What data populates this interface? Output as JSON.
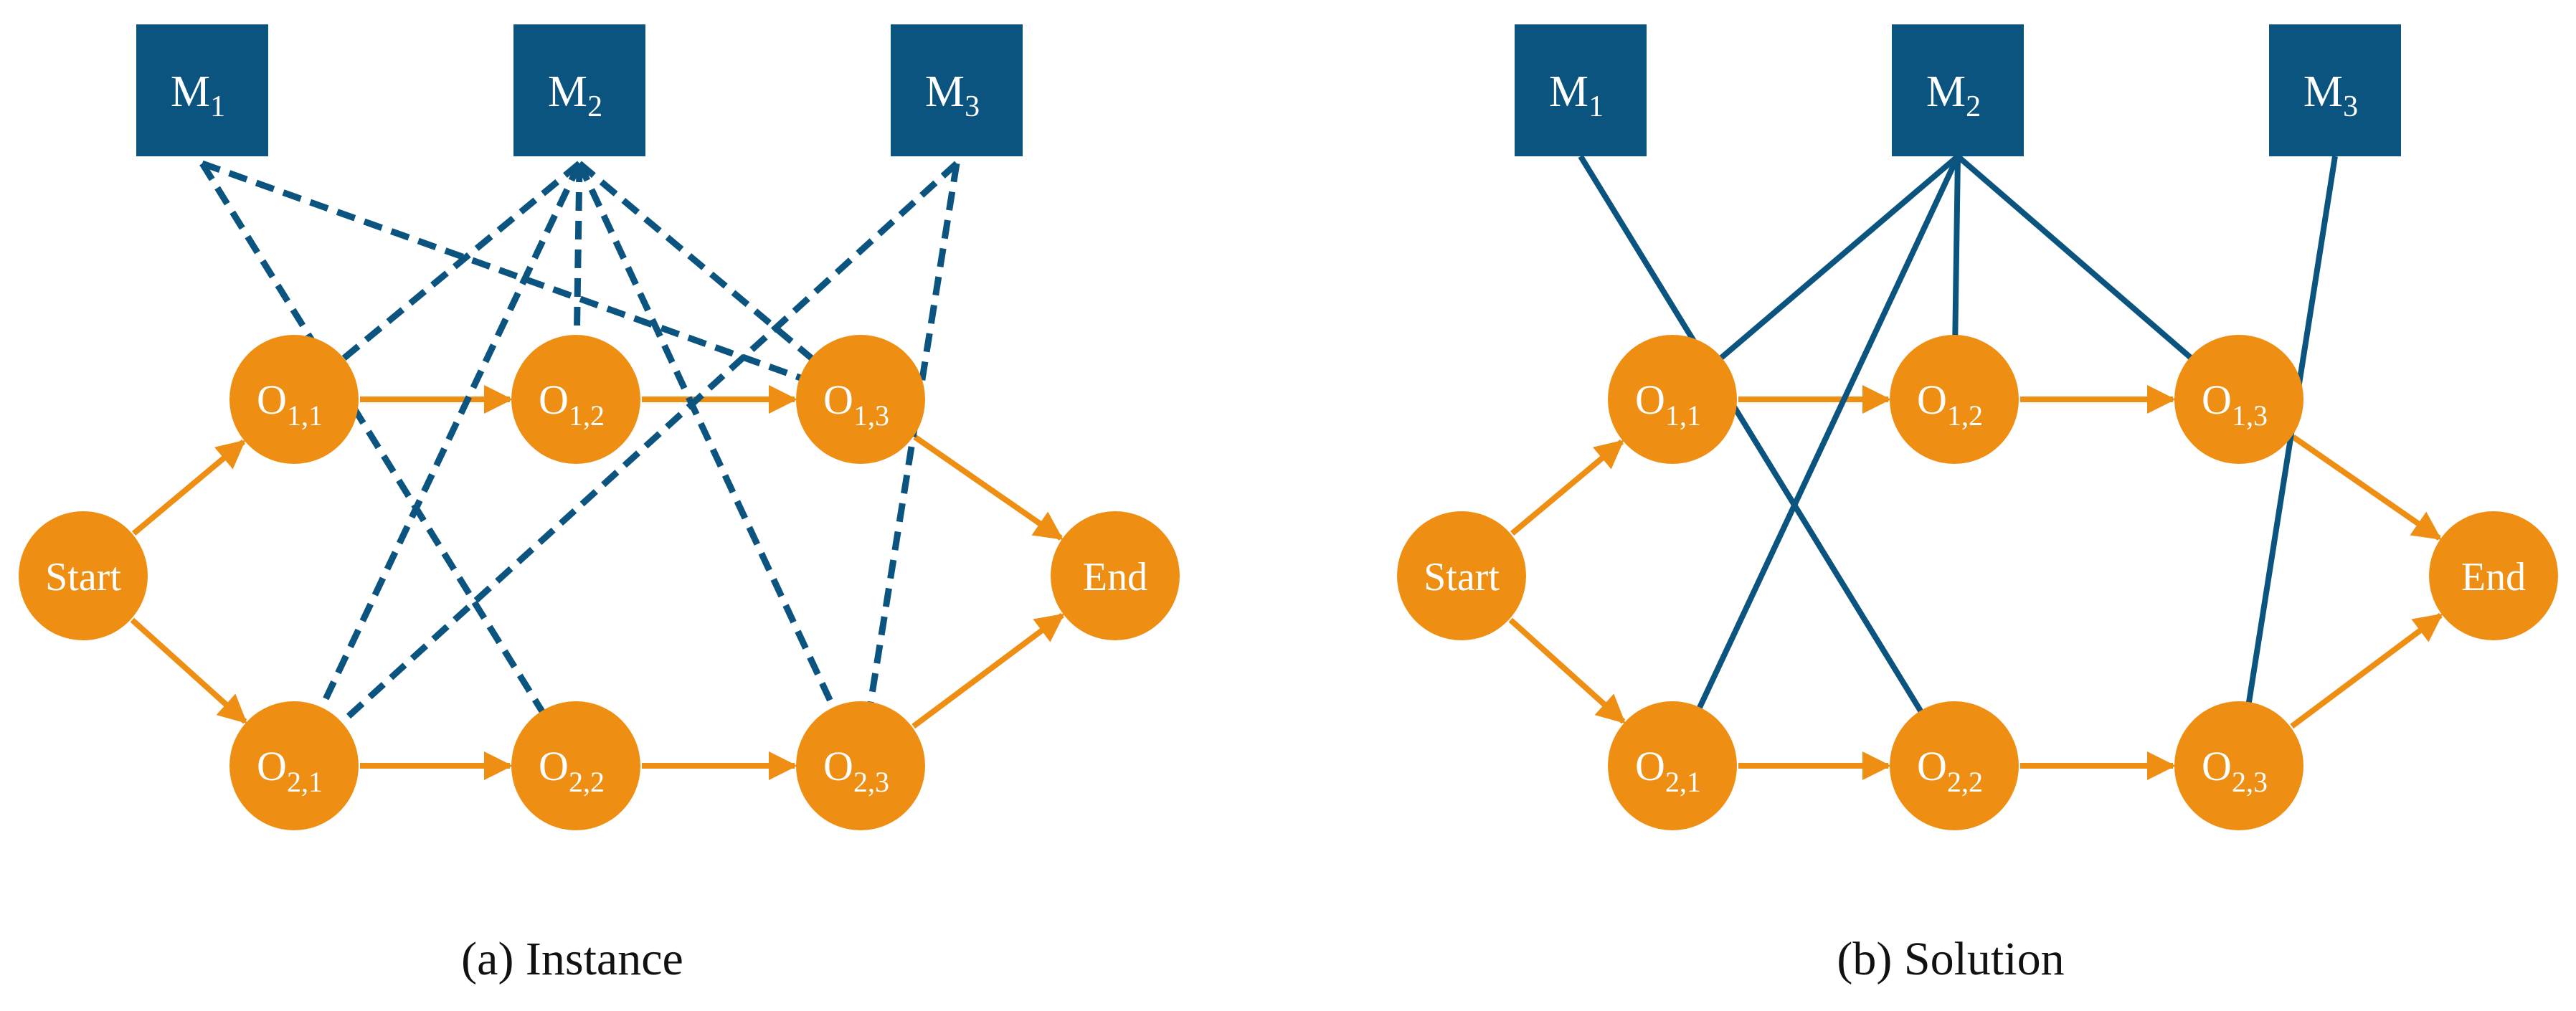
{
  "colors": {
    "machine": "#0c5480",
    "operation": "#ee8f13",
    "arrow": "#ee8f13",
    "assignment": "#0c5480",
    "text_on_node": "#ffffff",
    "caption": "#111111"
  },
  "node_text": {
    "start": "Start",
    "end": "End"
  },
  "machines": [
    {
      "id": "M1",
      "base": "M",
      "sub": "1"
    },
    {
      "id": "M2",
      "base": "M",
      "sub": "2"
    },
    {
      "id": "M3",
      "base": "M",
      "sub": "3"
    }
  ],
  "operations": [
    {
      "id": "O11",
      "base": "O",
      "sub": "1,1"
    },
    {
      "id": "O12",
      "base": "O",
      "sub": "1,2"
    },
    {
      "id": "O13",
      "base": "O",
      "sub": "1,3"
    },
    {
      "id": "O21",
      "base": "O",
      "sub": "2,1"
    },
    {
      "id": "O22",
      "base": "O",
      "sub": "2,2"
    },
    {
      "id": "O23",
      "base": "O",
      "sub": "2,3"
    }
  ],
  "precedence_edges": [
    [
      "Start",
      "O11"
    ],
    [
      "Start",
      "O21"
    ],
    [
      "O11",
      "O12"
    ],
    [
      "O12",
      "O13"
    ],
    [
      "O21",
      "O22"
    ],
    [
      "O22",
      "O23"
    ],
    [
      "O13",
      "End"
    ],
    [
      "O23",
      "End"
    ]
  ],
  "panels": [
    {
      "id": "instance",
      "caption": "(a) Instance",
      "line_style": "dashed",
      "machine_links": [
        [
          "M1",
          "O13"
        ],
        [
          "M1",
          "O22"
        ],
        [
          "M2",
          "O11"
        ],
        [
          "M2",
          "O12"
        ],
        [
          "M2",
          "O13"
        ],
        [
          "M2",
          "O21"
        ],
        [
          "M2",
          "O23"
        ],
        [
          "M3",
          "O21"
        ],
        [
          "M3",
          "O23"
        ]
      ]
    },
    {
      "id": "solution",
      "caption": "(b) Solution",
      "line_style": "solid",
      "machine_links": [
        [
          "M1",
          "O22"
        ],
        [
          "M2",
          "O11"
        ],
        [
          "M2",
          "O12"
        ],
        [
          "M2",
          "O13"
        ],
        [
          "M2",
          "O21"
        ],
        [
          "M3",
          "O23"
        ]
      ]
    }
  ]
}
